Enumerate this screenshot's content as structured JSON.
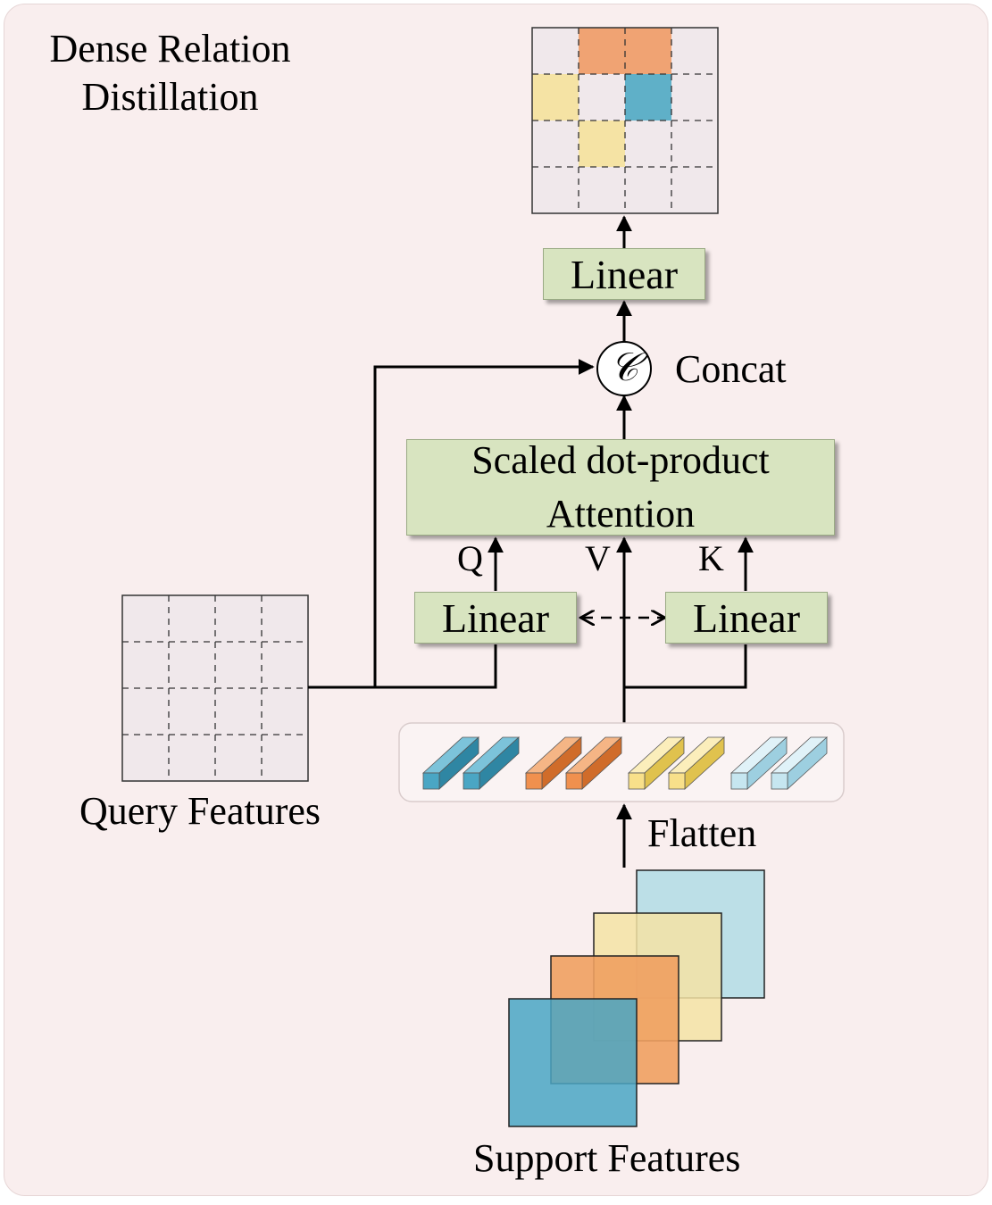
{
  "title": "Dense Relation\nDistillation",
  "labels": {
    "linear_top": "Linear",
    "concat_symbol": "𝒞",
    "concat": "Concat",
    "attention": "Scaled dot-product\nAttention",
    "q": "Q",
    "v": "V",
    "k": "K",
    "linear_left": "Linear",
    "linear_right": "Linear",
    "query_features": "Query Features",
    "flatten": "Flatten",
    "support_features": "Support Features"
  },
  "colors": {
    "panel_bg": "#f9eeee",
    "box_fill": "#d8e4c0",
    "grid_cell": "#f0e8eb",
    "orange": "#f0a373",
    "yellow": "#f5e3a4",
    "teal": "#5fb0c8",
    "blue": "#4aa6c4",
    "light_blue": "#b8dde6"
  },
  "output_grid": {
    "rows": 4,
    "cols": 4,
    "highlighted": [
      {
        "row": 0,
        "col": 1,
        "color": "orange"
      },
      {
        "row": 0,
        "col": 2,
        "color": "orange"
      },
      {
        "row": 1,
        "col": 0,
        "color": "yellow"
      },
      {
        "row": 1,
        "col": 2,
        "color": "teal"
      },
      {
        "row": 2,
        "col": 1,
        "color": "yellow"
      }
    ]
  },
  "query_grid": {
    "rows": 4,
    "cols": 4
  }
}
